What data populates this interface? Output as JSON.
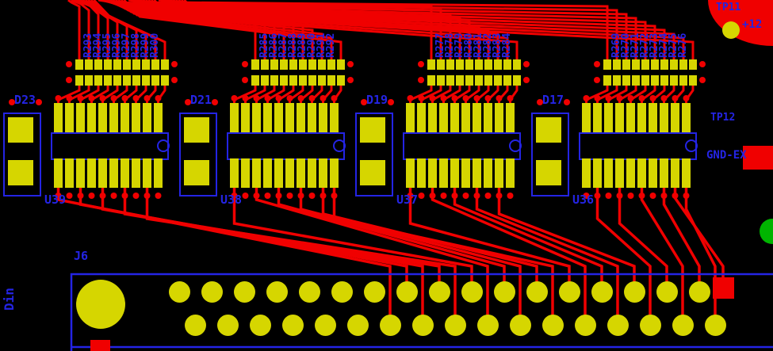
{
  "board": {
    "colors": {
      "bg": "#000000",
      "trace": "#f00000",
      "pad": "#d6d600",
      "silk": "#2424e4",
      "green": "#00b400"
    },
    "testpoints": [
      {
        "name": "TP11",
        "net": "+12"
      },
      {
        "name": "TP12",
        "net": "GND-EX"
      }
    ],
    "connector": {
      "name": "J6",
      "side_label": "Din",
      "top_pads": 17,
      "bottom_pads": 17
    },
    "blocks": [
      {
        "diode": "D23",
        "ic": "U39",
        "resistors": [
          "R293",
          "R294",
          "R295",
          "R296",
          "R297",
          "R298",
          "R299",
          "R300"
        ]
      },
      {
        "diode": "D21",
        "ic": "U38",
        "resistors": [
          "R285",
          "R286",
          "R287",
          "R288",
          "R289",
          "R290",
          "R291",
          "R292"
        ]
      },
      {
        "diode": "D19",
        "ic": "U37",
        "resistors": [
          "R277",
          "R278",
          "R279",
          "R280",
          "R281",
          "R282",
          "R283",
          "R284"
        ]
      },
      {
        "diode": "D17",
        "ic": "U36",
        "resistors": [
          "R269",
          "R270",
          "R271",
          "R272",
          "R273",
          "R274",
          "R275",
          "R276"
        ]
      }
    ]
  }
}
